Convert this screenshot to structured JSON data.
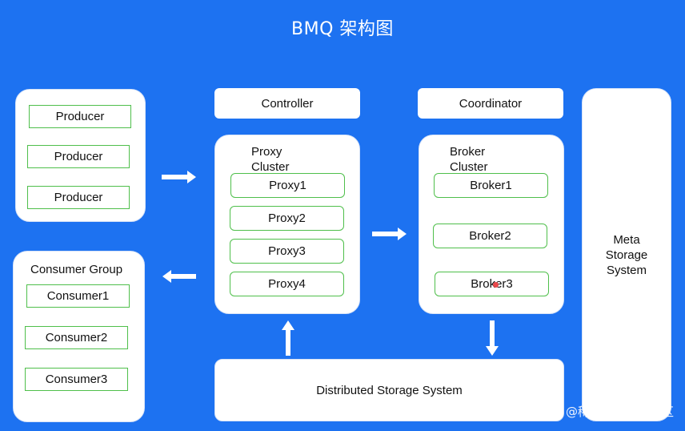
{
  "title": "BMQ 架构图",
  "producers": [
    "Producer",
    "Producer",
    "Producer"
  ],
  "consumer_group": {
    "label": "Consumer Group",
    "items": [
      "Consumer1",
      "Consumer2",
      "Consumer3"
    ]
  },
  "controller": "Controller",
  "proxy_cluster": {
    "label_line1": "Proxy",
    "label_line2": "Cluster",
    "items": [
      "Proxy1",
      "Proxy2",
      "Proxy3",
      "Proxy4"
    ]
  },
  "coordinator": "Coordinator",
  "broker_cluster": {
    "label_line1": "Broker",
    "label_line2": "Cluster",
    "items": [
      "Broker1",
      "Broker2",
      "Broker3"
    ]
  },
  "meta_storage": {
    "line1": "Meta",
    "line2": "Storage",
    "line3": "System"
  },
  "distributed_storage": "Distributed Storage System",
  "watermark": "@稀土掘金技术社区",
  "colors": {
    "background": "#1d72f1",
    "item_border": "#4fbf4b",
    "panel": "#ffffff"
  }
}
